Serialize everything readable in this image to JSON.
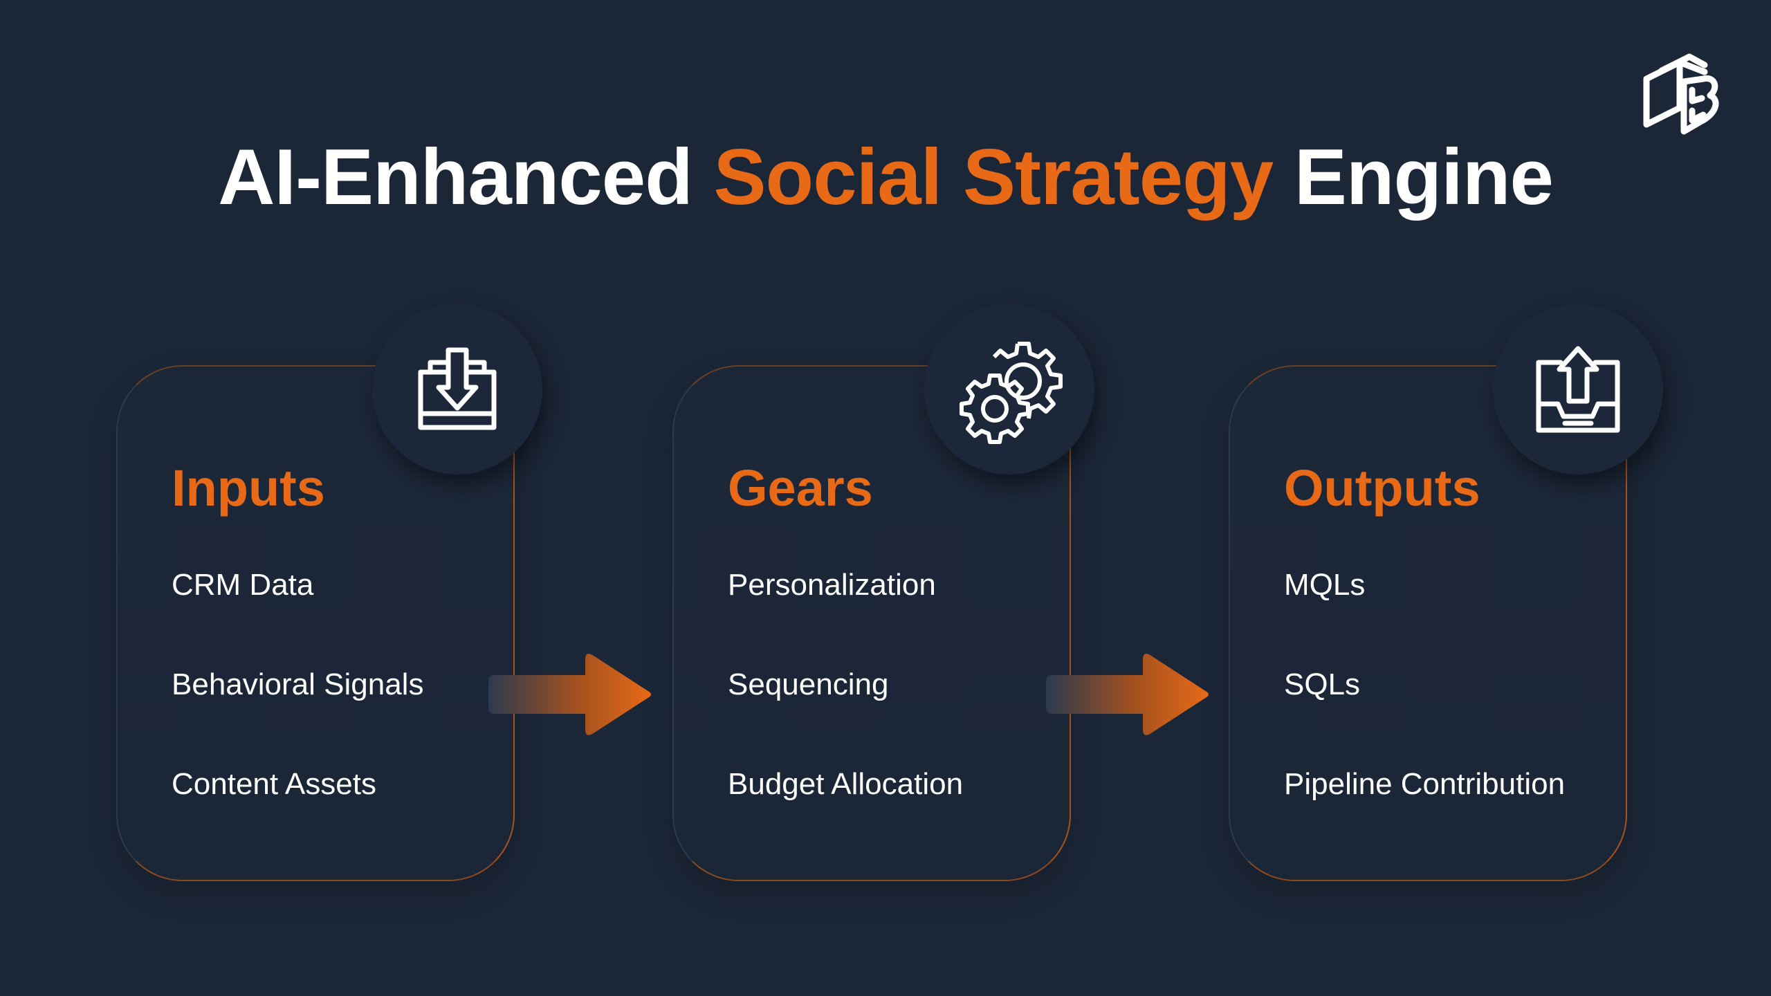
{
  "title": {
    "part1": "AI-Enhanced",
    "accent": "Social Strategy",
    "part2": "Engine"
  },
  "colors": {
    "background": "#1b2637",
    "accent": "#e86a17",
    "text": "#ffffff"
  },
  "cards": [
    {
      "icon": "inbox-download-icon",
      "heading": "Inputs",
      "items": [
        "CRM Data",
        "Behavioral Signals",
        "Content Assets"
      ]
    },
    {
      "icon": "gears-icon",
      "heading": "Gears",
      "items": [
        "Personalization",
        "Sequencing",
        "Budget Allocation"
      ]
    },
    {
      "icon": "tray-upload-icon",
      "heading": "Outputs",
      "items": [
        "MQLs",
        "SQLs",
        "Pipeline Contribution"
      ]
    }
  ],
  "connectors": [
    "arrow-right-icon",
    "arrow-right-icon"
  ],
  "logo": "brand-logo"
}
